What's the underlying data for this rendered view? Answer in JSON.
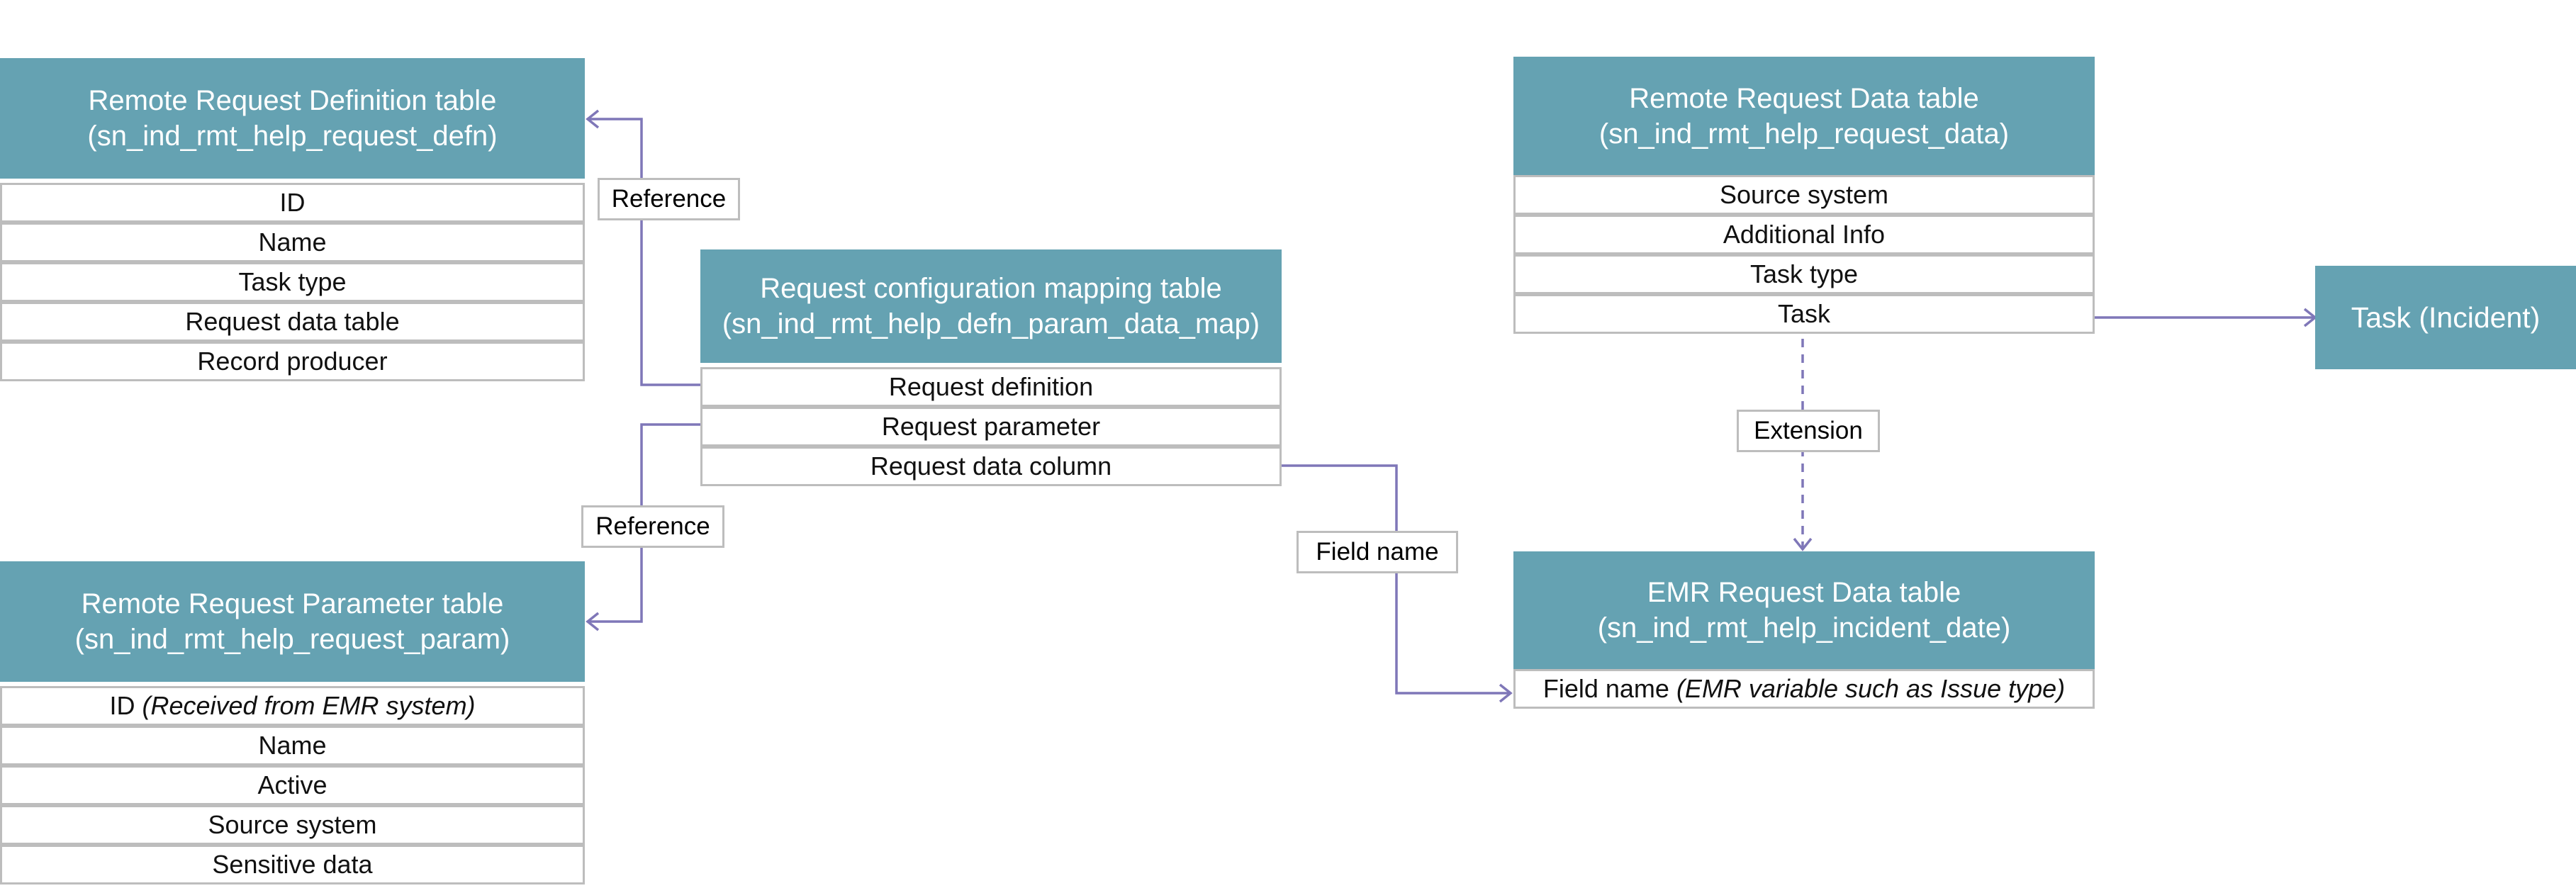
{
  "tables": {
    "definition": {
      "title": "Remote Request Definition table",
      "subtitle": "(sn_ind_rmt_help_request_defn)",
      "fields": [
        "ID",
        "Name",
        "Task type",
        "Request data table",
        "Record producer"
      ]
    },
    "parameter": {
      "title": "Remote Request Parameter table",
      "subtitle": "(sn_ind_rmt_help_request_param)",
      "fields": [
        {
          "label": "ID",
          "note": "(Received from EMR system)"
        },
        {
          "label": "Name",
          "note": ""
        },
        {
          "label": "Active",
          "note": ""
        },
        {
          "label": "Source system",
          "note": ""
        },
        {
          "label": "Sensitive data",
          "note": ""
        }
      ]
    },
    "mapping": {
      "title": "Request configuration mapping table",
      "subtitle": "(sn_ind_rmt_help_defn_param_data_map)",
      "fields": [
        "Request definition",
        "Request parameter",
        "Request data column"
      ]
    },
    "data": {
      "title": "Remote Request Data table",
      "subtitle": "(sn_ind_rmt_help_request_data)",
      "fields": [
        "Source system",
        "Additional Info",
        "Task type",
        "Task"
      ]
    },
    "emr": {
      "title": "EMR Request Data table",
      "subtitle": "(sn_ind_rmt_help_incident_date)",
      "fields": [
        {
          "label": "Field name",
          "note": "(EMR variable such as Issue type)"
        }
      ]
    }
  },
  "task_entity": "Task (Incident)",
  "edge_labels": {
    "reference_top": "Reference",
    "reference_bottom": "Reference",
    "field_name": "Field name",
    "extension": "Extension"
  },
  "colors": {
    "header_fill": "#65a2b2",
    "connector": "#7f77b8",
    "row_border": "#bdbdbd"
  }
}
